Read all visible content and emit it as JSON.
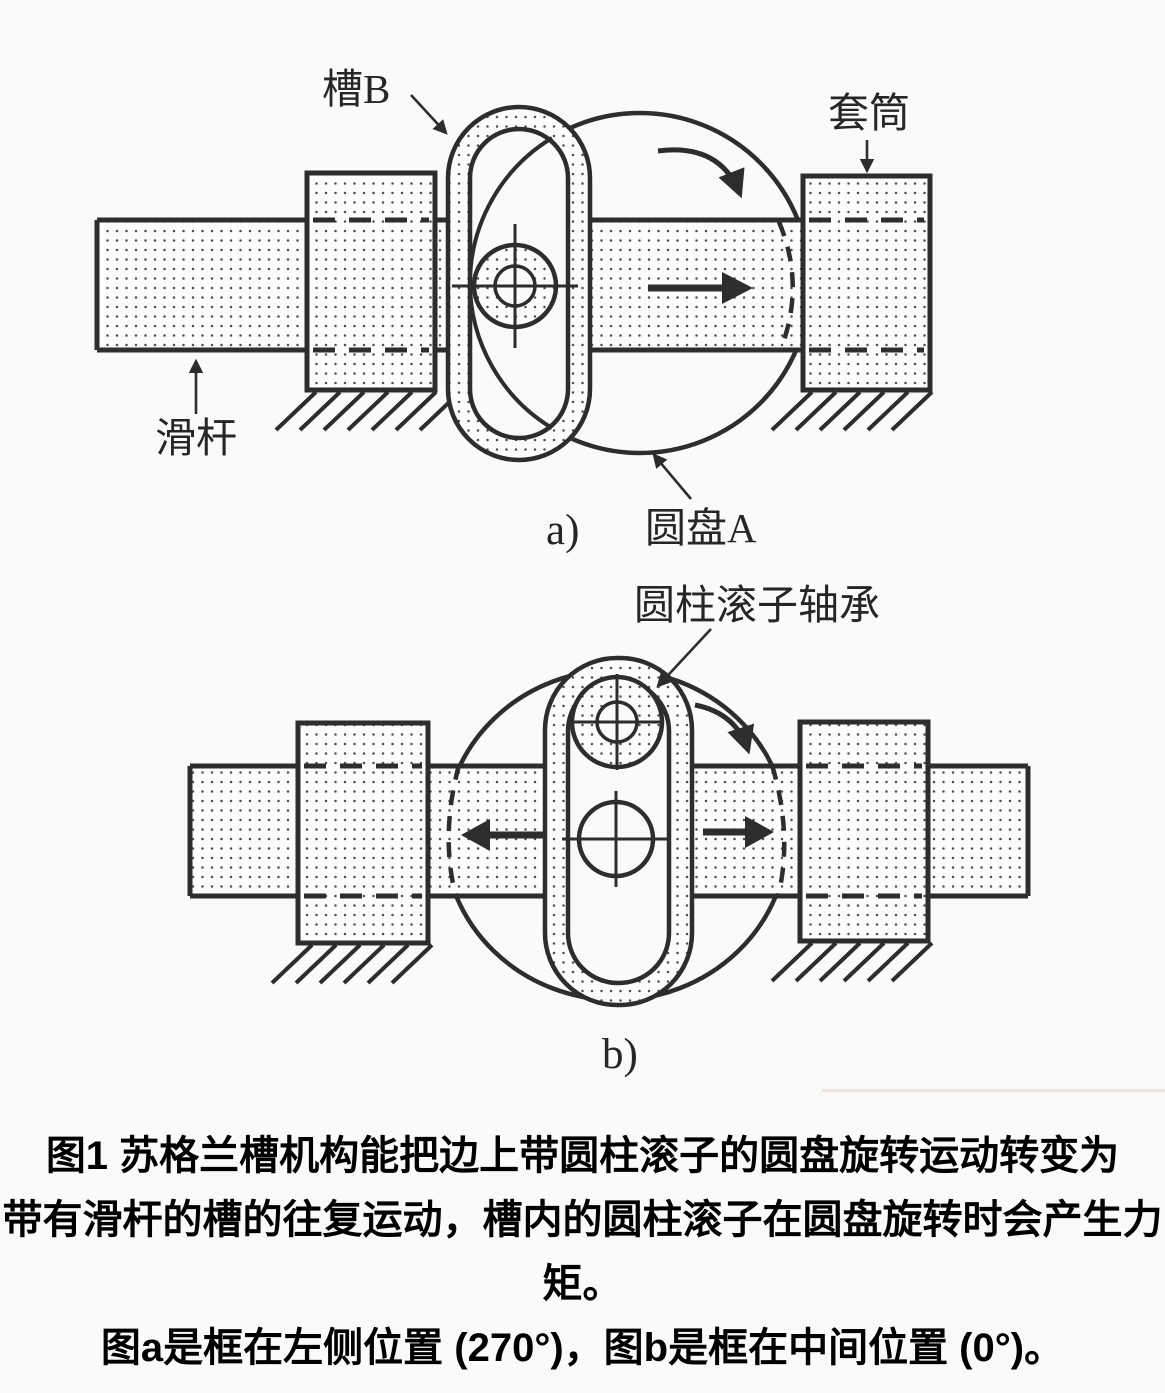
{
  "figure": {
    "panel_a": {
      "tag": "a)",
      "labels": {
        "slot": "槽B",
        "sleeve": "套筒",
        "slide_rod": "滑杆",
        "disc": "圆盘A"
      }
    },
    "panel_b": {
      "tag": "b)",
      "labels": {
        "roller_bearing": "圆柱滚子轴承"
      }
    },
    "caption": {
      "line1": "图1 苏格兰槽机构能把边上带圆柱滚子的圆盘旋转运动转变为",
      "line2": "带有滑杆的槽的往复运动，槽内的圆柱滚子在圆盘旋转时会产生力矩。",
      "line3": "图a是框在左侧位置 (270°)，图b是框在中间位置 (0°)。"
    },
    "colors": {
      "ink": "#2d2d2d",
      "paper": "#fbfaf8",
      "stipple": "#4f4f4f"
    }
  }
}
